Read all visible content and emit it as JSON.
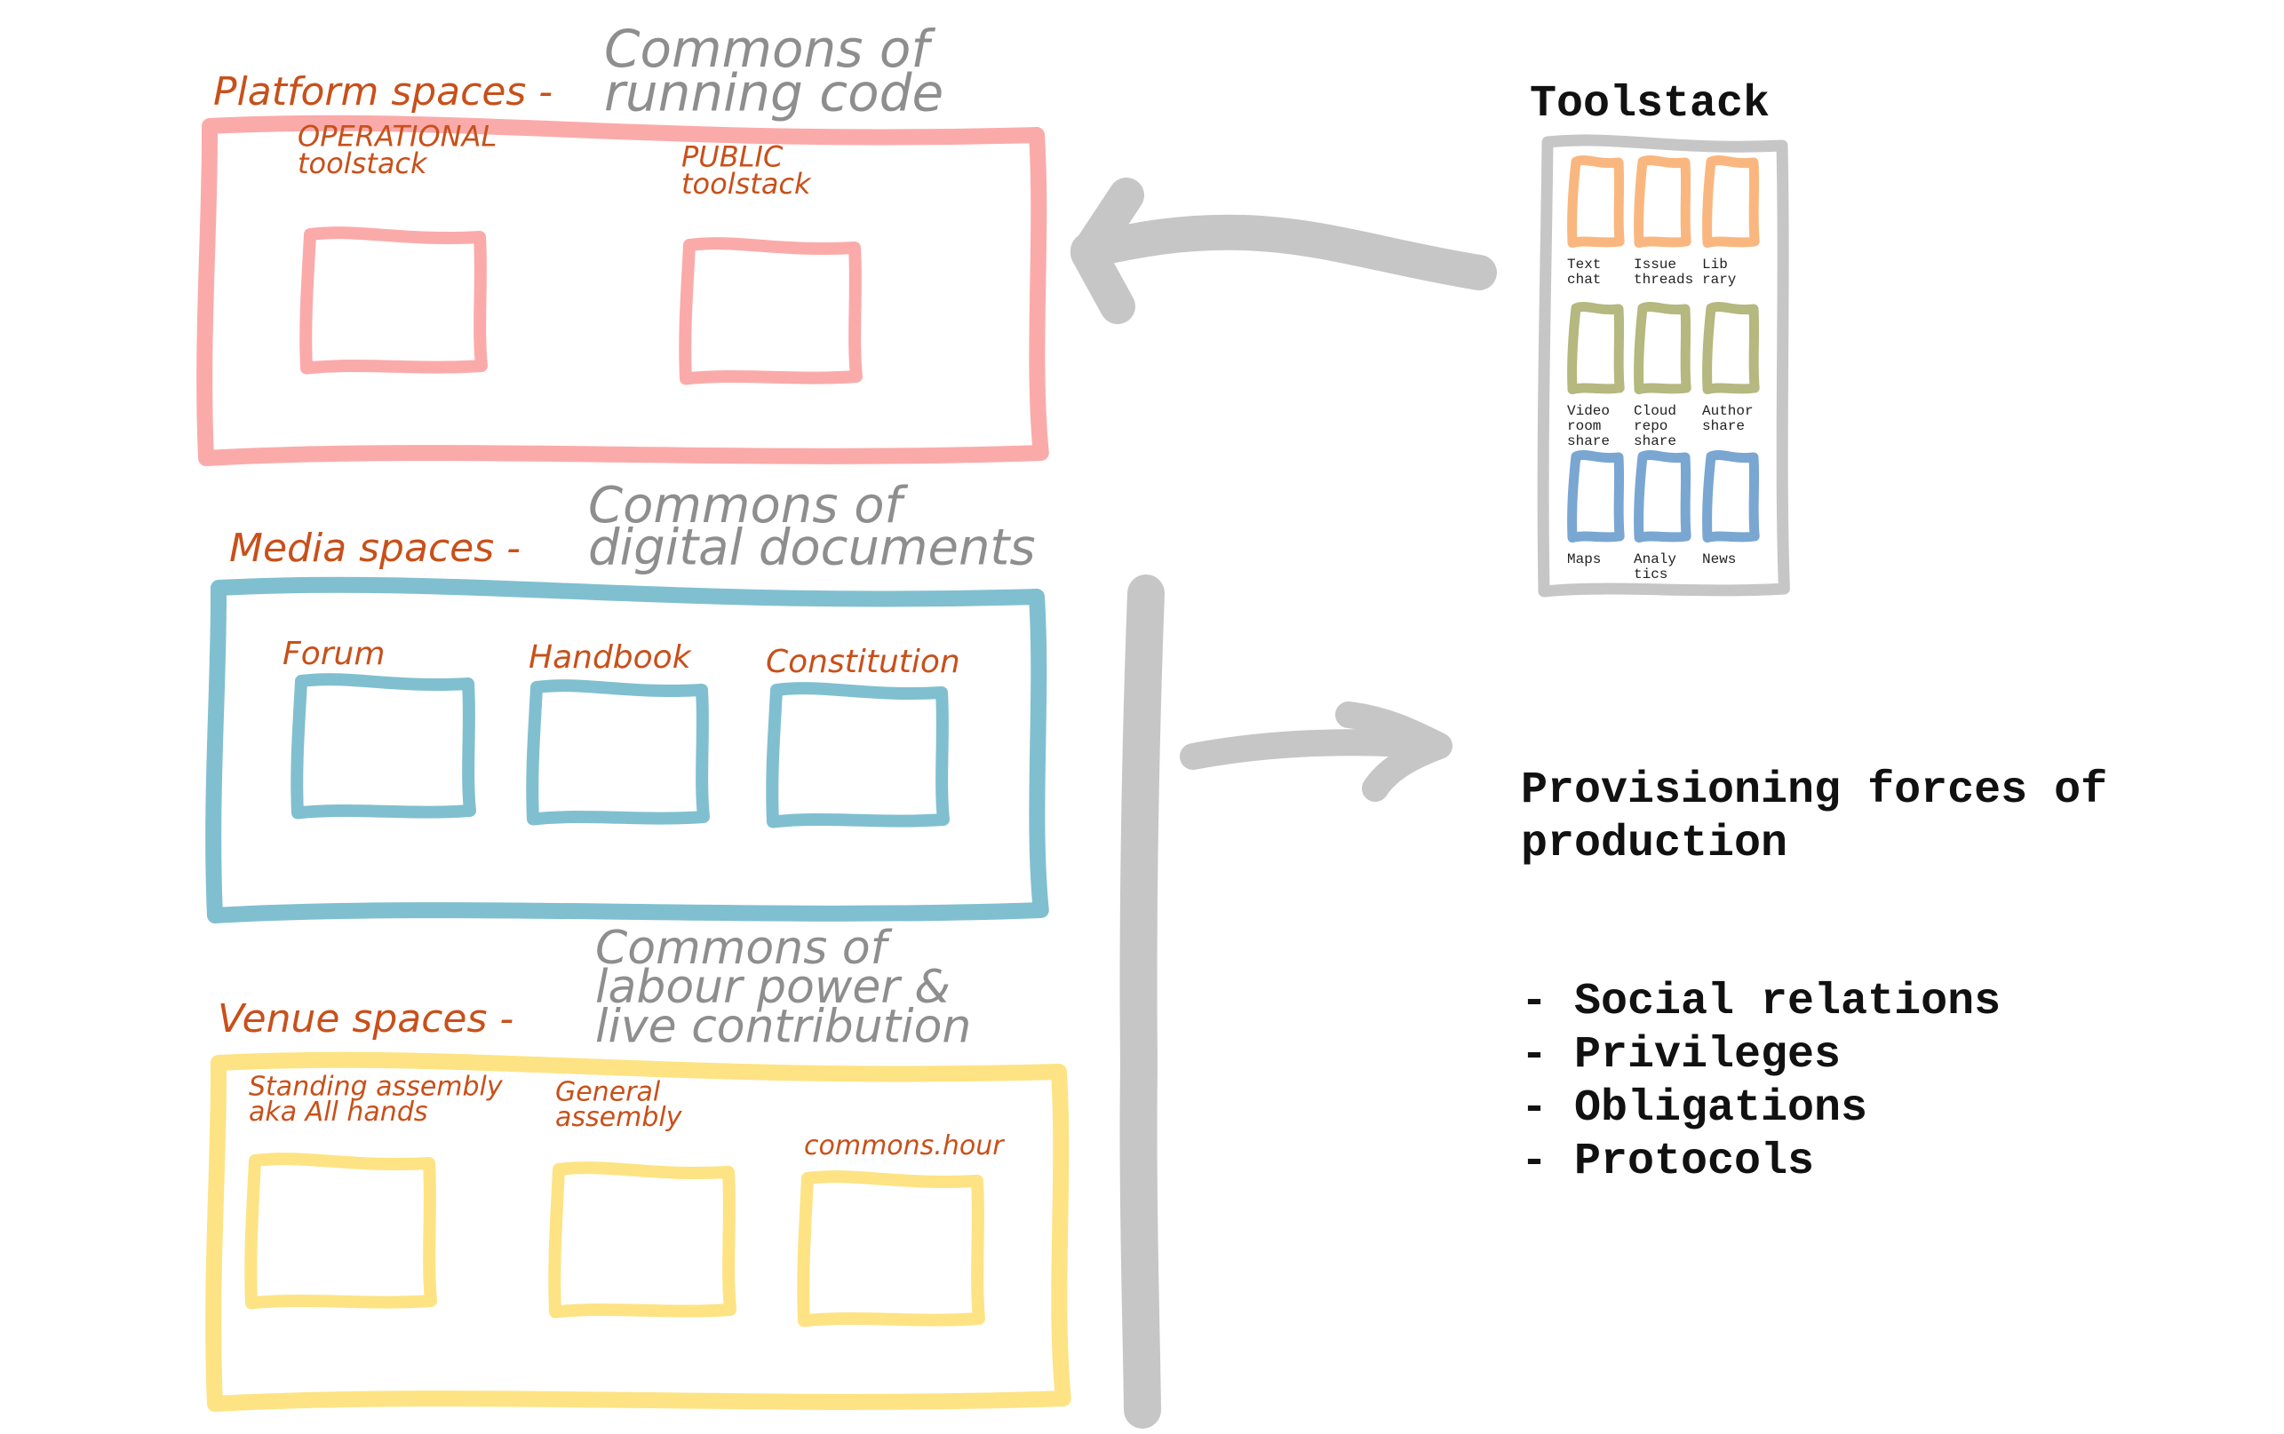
{
  "colors": {
    "platform": "#fbaaaa",
    "media": "#80bfd0",
    "venue": "#fde383",
    "label_orange": "#c8501a",
    "gray_note": "#8e8e8e",
    "arrow_gray": "#c6c6c6",
    "tool_orange": "#f9b77f",
    "tool_olive": "#b5b87f",
    "tool_blue": "#7aa6d2"
  },
  "sections": [
    {
      "id": "platform",
      "label": "Platform spaces -",
      "commons_lines": [
        "Commons of",
        "running code"
      ],
      "items": [
        {
          "lines": [
            "OPERATIONAL",
            "toolstack"
          ]
        },
        {
          "lines": [
            "PUBLIC",
            "toolstack"
          ]
        }
      ]
    },
    {
      "id": "media",
      "label": "Media spaces -",
      "commons_lines": [
        "Commons of",
        "digital documents"
      ],
      "items": [
        {
          "lines": [
            "Forum"
          ]
        },
        {
          "lines": [
            "Handbook"
          ]
        },
        {
          "lines": [
            "Constitution"
          ]
        }
      ]
    },
    {
      "id": "venue",
      "label": "Venue spaces -",
      "commons_lines": [
        "Commons of",
        "labour power &",
        "live contribution"
      ],
      "items": [
        {
          "lines": [
            "Standing assembly",
            "aka All hands"
          ]
        },
        {
          "lines": [
            "General",
            "assembly"
          ]
        },
        {
          "lines": [
            "commons.hour"
          ]
        }
      ]
    }
  ],
  "toolstack": {
    "title": "Toolstack",
    "rows": [
      {
        "color": "tool_orange",
        "tools": [
          [
            "Text",
            "chat"
          ],
          [
            "Issue",
            "threads"
          ],
          [
            "Lib",
            "rary"
          ]
        ]
      },
      {
        "color": "tool_olive",
        "tools": [
          [
            "Video",
            "room",
            "share"
          ],
          [
            "Cloud",
            "repo",
            "share"
          ],
          [
            "Author",
            "share"
          ]
        ]
      },
      {
        "color": "tool_blue",
        "tools": [
          [
            "Maps"
          ],
          [
            "Analy",
            "tics"
          ],
          [
            "News"
          ]
        ]
      }
    ]
  },
  "provisioning": {
    "title_lines": [
      "Provisioning forces of",
      "production"
    ],
    "bullets": [
      "- Social relations",
      "- Privileges",
      "- Obligations",
      "- Protocols"
    ]
  },
  "arrows": [
    {
      "name": "toolstack-to-platform-arrow",
      "direction": "left"
    },
    {
      "name": "spaces-to-provisioning-arrow",
      "direction": "right"
    }
  ]
}
